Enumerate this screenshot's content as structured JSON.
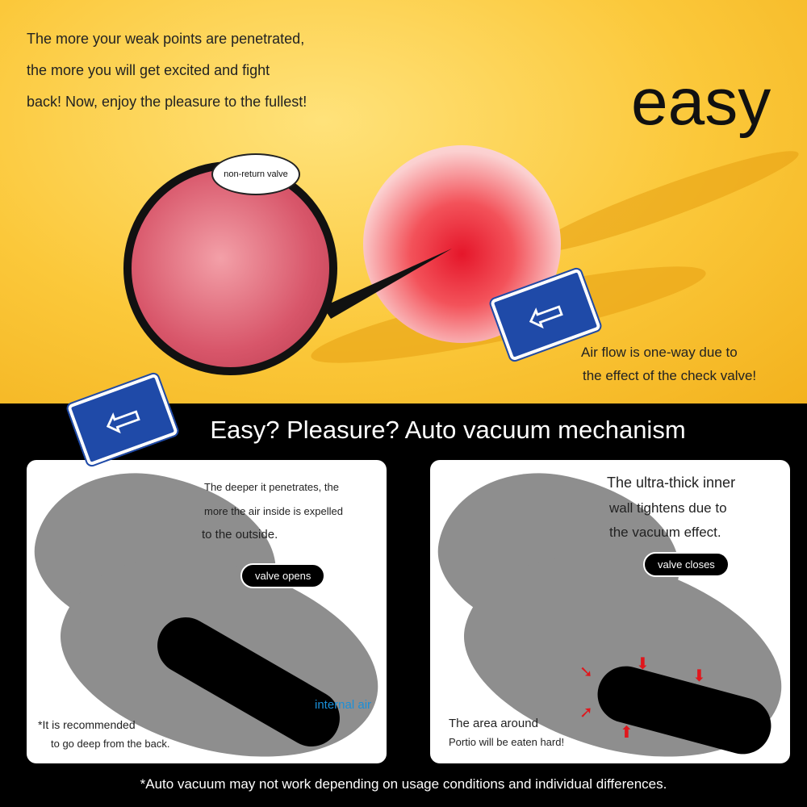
{
  "top": {
    "intro_lines": [
      "The more your weak points are penetrated,",
      "the more you will get excited and fight",
      "back! Now, enjoy the pleasure to the fullest!"
    ],
    "headline": "easy",
    "bubble": "non-return valve",
    "note_lines": [
      "Air flow is one-way due to",
      "the effect of the check valve!"
    ]
  },
  "title": "Easy? Pleasure? Auto vacuum mechanism",
  "left_panel": {
    "lines": [
      "The deeper it penetrates, the",
      "more the air inside is expelled",
      "to the outside."
    ],
    "pill": "valve opens",
    "air_label": "internal air",
    "rec_lines": [
      "*It is recommended",
      "to go deep from the back."
    ]
  },
  "right_panel": {
    "lines": [
      "The ultra-thick inner",
      "wall tightens due to",
      "the vacuum effect."
    ],
    "pill": "valve closes",
    "area_lines": [
      "The area around",
      "Portio will be eaten hard!"
    ]
  },
  "footnote": "*Auto vacuum may not work depending on usage conditions and individual differences.",
  "colors": {
    "accent_blue": "#1f4aa8",
    "air_blue": "#1a8fd8",
    "arrow_red": "#e0161c"
  }
}
